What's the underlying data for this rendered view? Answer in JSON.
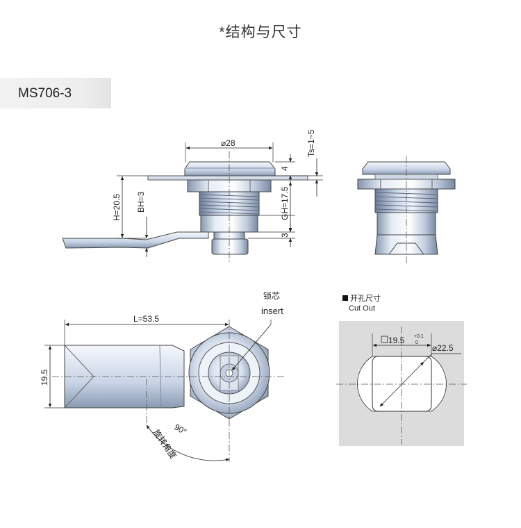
{
  "title": "*结构与尺寸",
  "model": "MS706-3",
  "side_view": {
    "dia_top": "⌀28",
    "ts": "Ts=1~5",
    "h": "H=20.5",
    "bh": "BH=3",
    "gh": "GH=17.5",
    "flange": "4",
    "stem": "3"
  },
  "front_view": {
    "length": "L=53.5",
    "width": "19.5",
    "insert_cn": "锁芯",
    "insert_en": "insert",
    "angle": "90°",
    "angle_cn": "旋转角度"
  },
  "cutout": {
    "heading_cn": "开孔尺寸",
    "heading_en": "Cut Out",
    "square": "19.5",
    "tol_plus": "+0.1",
    "tol_minus": "0",
    "dia": "⌀22.5"
  },
  "colors": {
    "metal_light": "#e8eef8",
    "metal_mid": "#b8c6dc",
    "metal_dark": "#6f7f98",
    "cutout_bg": "#dcdcdc"
  }
}
